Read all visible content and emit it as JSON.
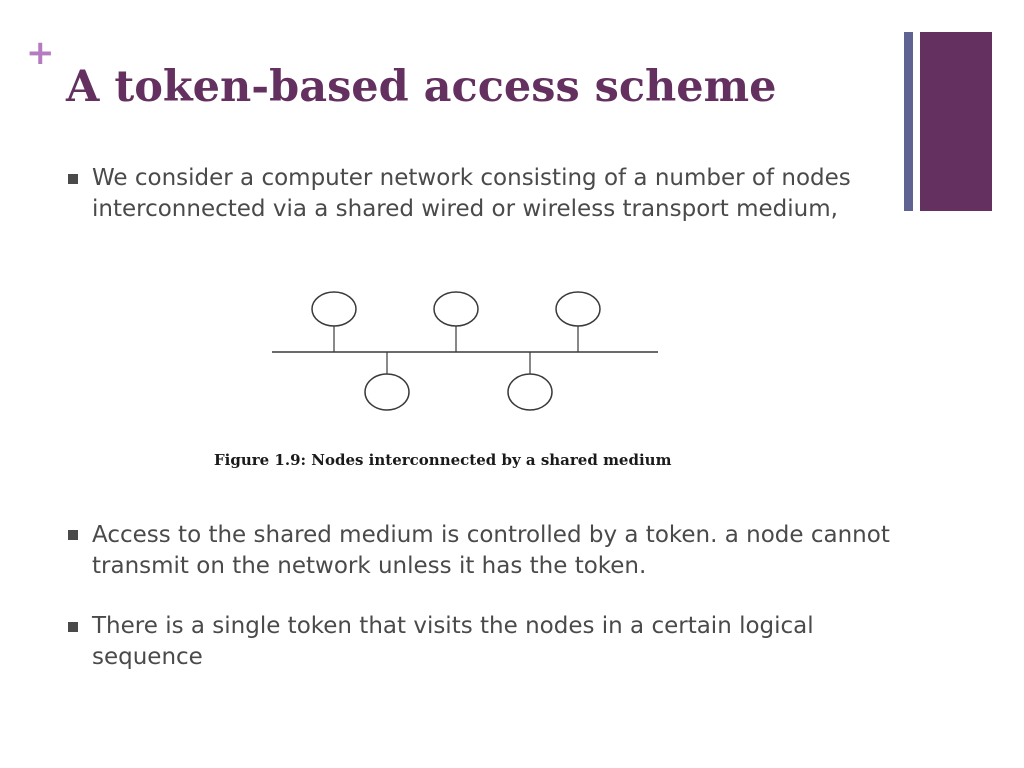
{
  "slide": {
    "plus_mark": "+",
    "title": "A token-based access scheme"
  },
  "colors": {
    "accent": "#63305f",
    "plus": "#b57bc0",
    "deco_thin": "#5e6391",
    "bullet": "#4a4a4a",
    "text": "#4a4a4a"
  },
  "bullets": [
    {
      "text": "We consider a computer network consisting of a number of nodes interconnected via a shared wired or wireless transport medium,"
    },
    {
      "text": "Access to the shared medium is controlled by a token. a node cannot transmit on the network unless it has the token."
    },
    {
      "text": " There is a single token that visits the nodes in a certain logical sequence"
    }
  ],
  "figure": {
    "caption": "Figure 1.9: Nodes interconnected by a shared medium",
    "nodes_above_bus": 3,
    "nodes_below_bus": 2
  }
}
